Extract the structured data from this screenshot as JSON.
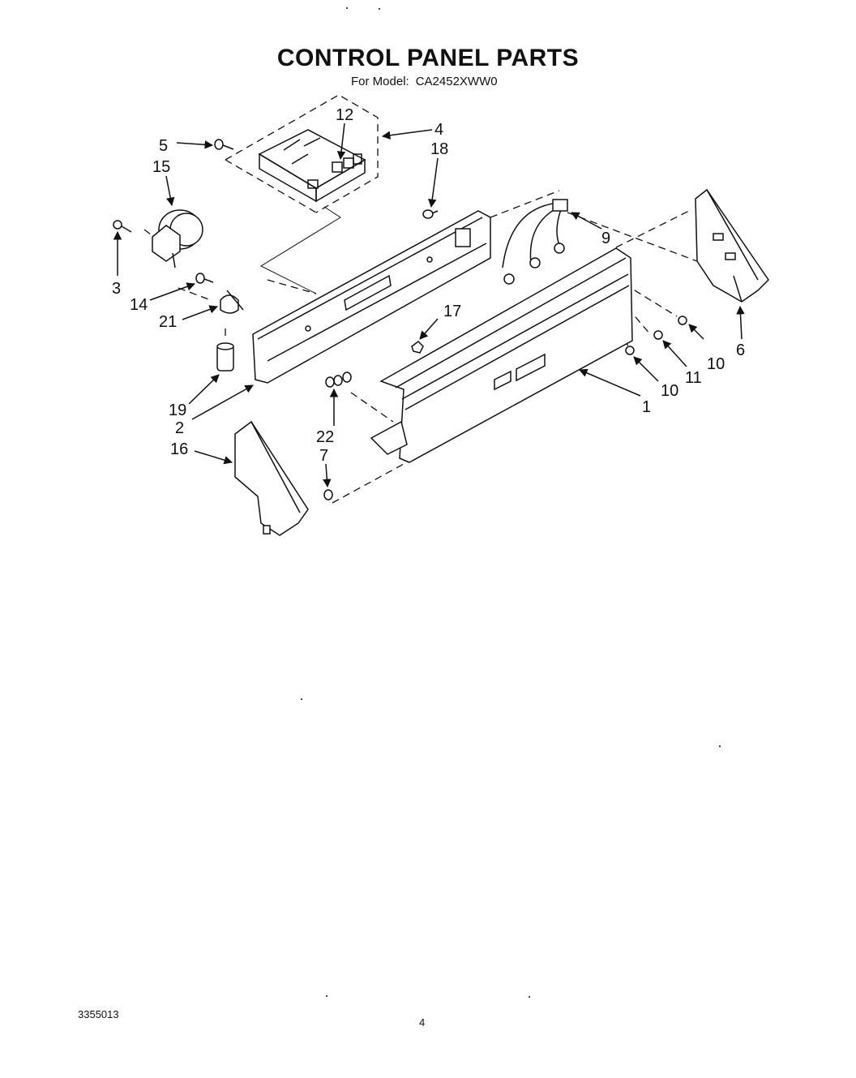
{
  "title": "CONTROL PANEL PARTS",
  "subtitle": {
    "label": "For Model:",
    "model": "CA2452XWW0"
  },
  "callouts": {
    "c1": "1",
    "c2": "2",
    "c3": "3",
    "c4": "4",
    "c5": "5",
    "c6": "6",
    "c7": "7",
    "c9": "9",
    "c10a": "10",
    "c10b": "10",
    "c11": "11",
    "c12": "12",
    "c14": "14",
    "c15": "15",
    "c16": "16",
    "c17": "17",
    "c18": "18",
    "c19": "19",
    "c21": "21",
    "c22": "22"
  },
  "footer": {
    "code": "3355013",
    "page": "4"
  }
}
